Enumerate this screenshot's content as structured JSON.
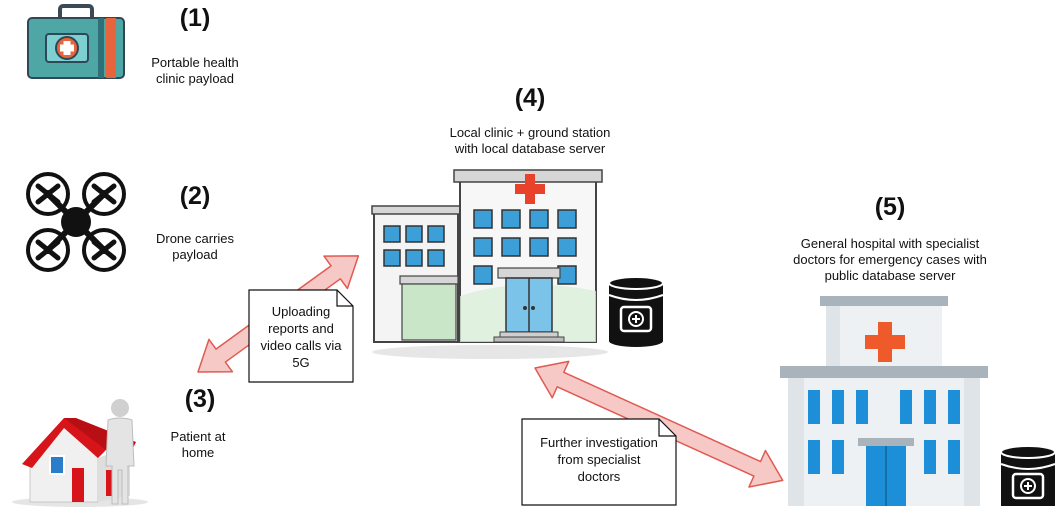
{
  "steps": [
    {
      "number": "(1)",
      "caption": "Portable health\nclinic payload"
    },
    {
      "number": "(2)",
      "caption": "Drone carries\npayload"
    },
    {
      "number": "(3)",
      "caption": "Patient at\nhome"
    },
    {
      "number": "(4)",
      "caption": "Local clinic + ground station\nwith local database server"
    },
    {
      "number": "(5)",
      "caption": "General hospital with specialist\ndoctors for emergency cases with\npublic database server"
    }
  ],
  "notes": {
    "upload": "Uploading\nreports and\nvideo calls via\n5G",
    "investigation": "Further investigation\nfrom specialist\ndoctors"
  },
  "icons": {
    "kit": "medical-kit-icon",
    "drone": "drone-icon",
    "home": "patient-home-icon",
    "clinic": "local-clinic-icon",
    "hospital": "general-hospital-icon",
    "database": "database-server-icon"
  },
  "colors": {
    "arrow_fill": "#f6c9c6",
    "arrow_stroke": "#e05a52",
    "cross_red": "#e8412c",
    "kit_teal": "#4fa7a5",
    "hospital_blue": "#1c8fd8"
  }
}
